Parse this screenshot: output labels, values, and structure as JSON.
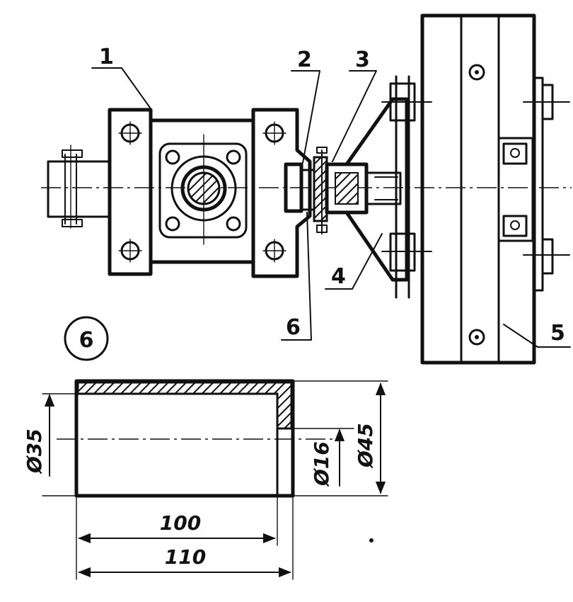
{
  "part_labels": {
    "p1": "1",
    "p2": "2",
    "p3": "3",
    "p4": "4",
    "p5": "5",
    "p6": "6"
  },
  "detail_label": "6",
  "dimensions": {
    "dia35": "Ø35",
    "dia16": "Ø16",
    "dia45": "Ø45",
    "len100": "100",
    "len110": "110"
  },
  "colors": {
    "ink": "#111111",
    "paper": "#ffffff"
  }
}
